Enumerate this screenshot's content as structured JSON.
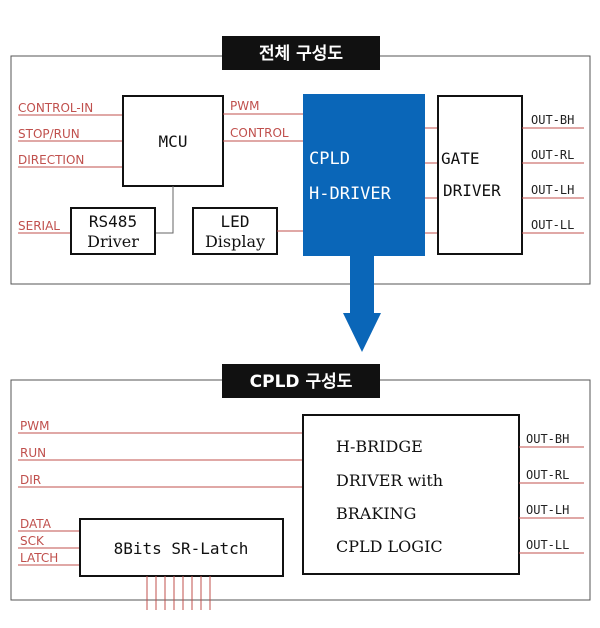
{
  "top": {
    "title": "전체 구성도",
    "mcu_inputs": [
      "CONTROL-IN",
      "STOP/RUN",
      "DIRECTION"
    ],
    "serial_label": "SERIAL",
    "mcu_outputs": [
      "PWM",
      "CONTROL"
    ],
    "mcu_label": "MCU",
    "rs485_lines": [
      "RS485",
      "Driver"
    ],
    "led_lines": [
      "LED",
      "Display"
    ],
    "cpld_lines": [
      "CPLD",
      "H-DRIVER"
    ],
    "gate_lines": [
      "GATE",
      "DRIVER"
    ],
    "outputs": [
      "OUT-BH",
      "OUT-RL",
      "OUT-LH",
      "OUT-LL"
    ]
  },
  "bottom": {
    "title": "CPLD 구성도",
    "inputs": [
      "PWM",
      "RUN",
      "DIR"
    ],
    "latch_inputs": [
      "DATA",
      "SCK",
      "LATCH"
    ],
    "latch_label": "8Bits SR-Latch",
    "logic_lines": [
      "H-BRIDGE",
      "DRIVER with",
      "BRAKING",
      "CPLD LOGIC"
    ],
    "outputs": [
      "OUT-BH",
      "OUT-RL",
      "OUT-LH",
      "OUT-LL"
    ]
  },
  "colors": {
    "accent_blue": "#0a66b8",
    "signal_red": "#c0504d"
  }
}
